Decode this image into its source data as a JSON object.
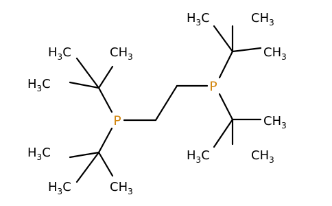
{
  "molecule": {
    "colors": {
      "phosphorus": "#d2860f",
      "carbon": "#000000",
      "background": "#ffffff"
    },
    "phosphorus_label": "P",
    "methyl": {
      "prefix": "H",
      "subscript": "3",
      "suffix": "C",
      "plain": "CH",
      "plain_subscript": "3"
    }
  }
}
